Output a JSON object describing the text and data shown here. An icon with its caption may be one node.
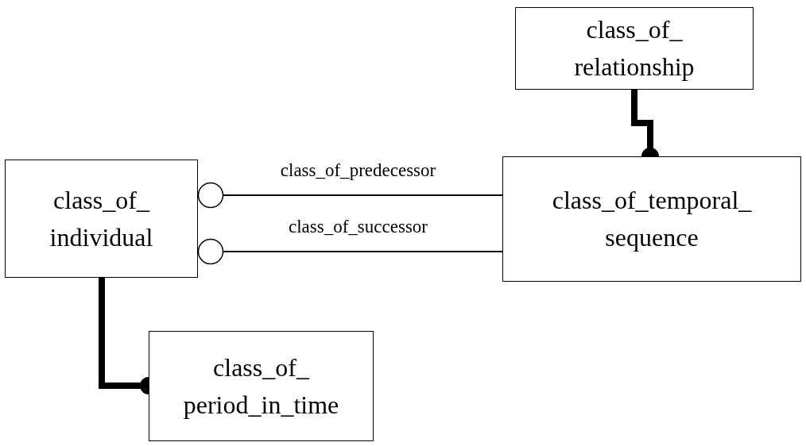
{
  "diagram": {
    "nodes": [
      {
        "text": [
          "class_of_ relationship"
        ]
      },
      {
        "text": [
          "class_of_ individual"
        ]
      },
      {
        "text": [
          "class_of_temporal_ sequence"
        ]
      },
      {
        "text": [
          "class_of_ period_in_time"
        ]
      }
    ],
    "edges": [
      {
        "from": 0,
        "to": 2,
        "arrow": "other",
        "style": "thick"
      },
      {
        "from": 1,
        "to": 2,
        "arrow": "other",
        "label": "class_of_predecessor"
      },
      {
        "from": 1,
        "to": 2,
        "arrow": "other",
        "label": "class_of_successor"
      },
      {
        "from": 1,
        "to": 3,
        "arrow": "other",
        "style": "thick"
      }
    ]
  }
}
